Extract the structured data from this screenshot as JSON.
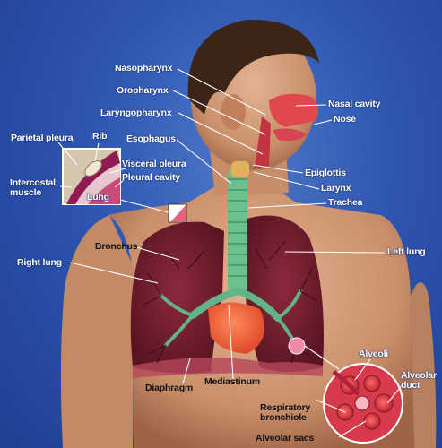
{
  "labels": {
    "nasopharynx": "Nasopharynx",
    "oropharynx": "Oropharynx",
    "laryngopharynx": "Laryngopharynx",
    "esophagus": "Esophagus",
    "nasal_cavity": "Nasal cavity",
    "nose": "Nose",
    "parietal_pleura": "Parietal pleura",
    "rib": "Rib",
    "visceral_pleura": "Visceral pleura",
    "pleural_cavity": "Pleural cavity",
    "intercostal_muscle": "Intercostal muscle",
    "lung_inset": "Lung",
    "epiglottis": "Epiglottis",
    "larynx": "Larynx",
    "trachea": "Trachea",
    "bronchus": "Bronchus",
    "right_lung": "Right lung",
    "left_lung": "Left lung",
    "alveoli": "Alveoli",
    "alveolar_duct": "Alveolar duct",
    "diaphragm": "Diaphragm",
    "mediastinum": "Mediastinum",
    "respiratory_bronchiole": "Respiratory bronchiole",
    "alveolar_sacs": "Alveolar sacs"
  }
}
